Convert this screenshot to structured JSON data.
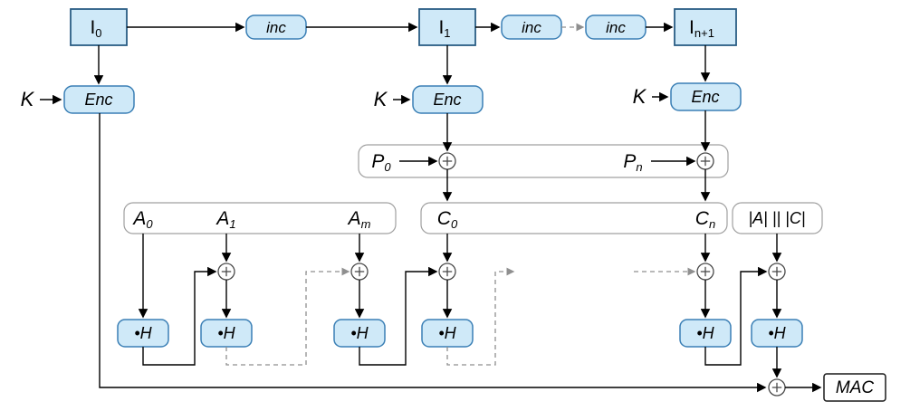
{
  "diagram": {
    "type": "block-diagram",
    "subject": "GCM (Galois/Counter Mode) encryption with GHASH authentication",
    "colors": {
      "block_fill": "#cfe9f8",
      "block_border": "#3a7fb5",
      "counter_border": "#2a5d84",
      "container_border": "#a0a0a0",
      "line": "#000000",
      "dashed_line": "#8f8f8f",
      "background": "#ffffff"
    },
    "labels": {
      "key": "K",
      "enc": "Enc",
      "inc": "inc",
      "hash": "•H",
      "mac": "MAC",
      "length_block": "|A| || |C|"
    },
    "counter_blocks": [
      {
        "main": "I",
        "sub": "0"
      },
      {
        "main": "I",
        "sub": "1"
      },
      {
        "main": "I",
        "sub": "n+1"
      }
    ],
    "plaintext_blocks": [
      {
        "main": "P",
        "sub": "0"
      },
      {
        "main": "P",
        "sub": "n"
      }
    ],
    "aad_blocks": [
      {
        "main": "A",
        "sub": "0"
      },
      {
        "main": "A",
        "sub": "1"
      },
      {
        "main": "A",
        "sub": "m"
      }
    ],
    "cipher_blocks": [
      {
        "main": "C",
        "sub": "0"
      },
      {
        "main": "C",
        "sub": "n"
      }
    ]
  }
}
